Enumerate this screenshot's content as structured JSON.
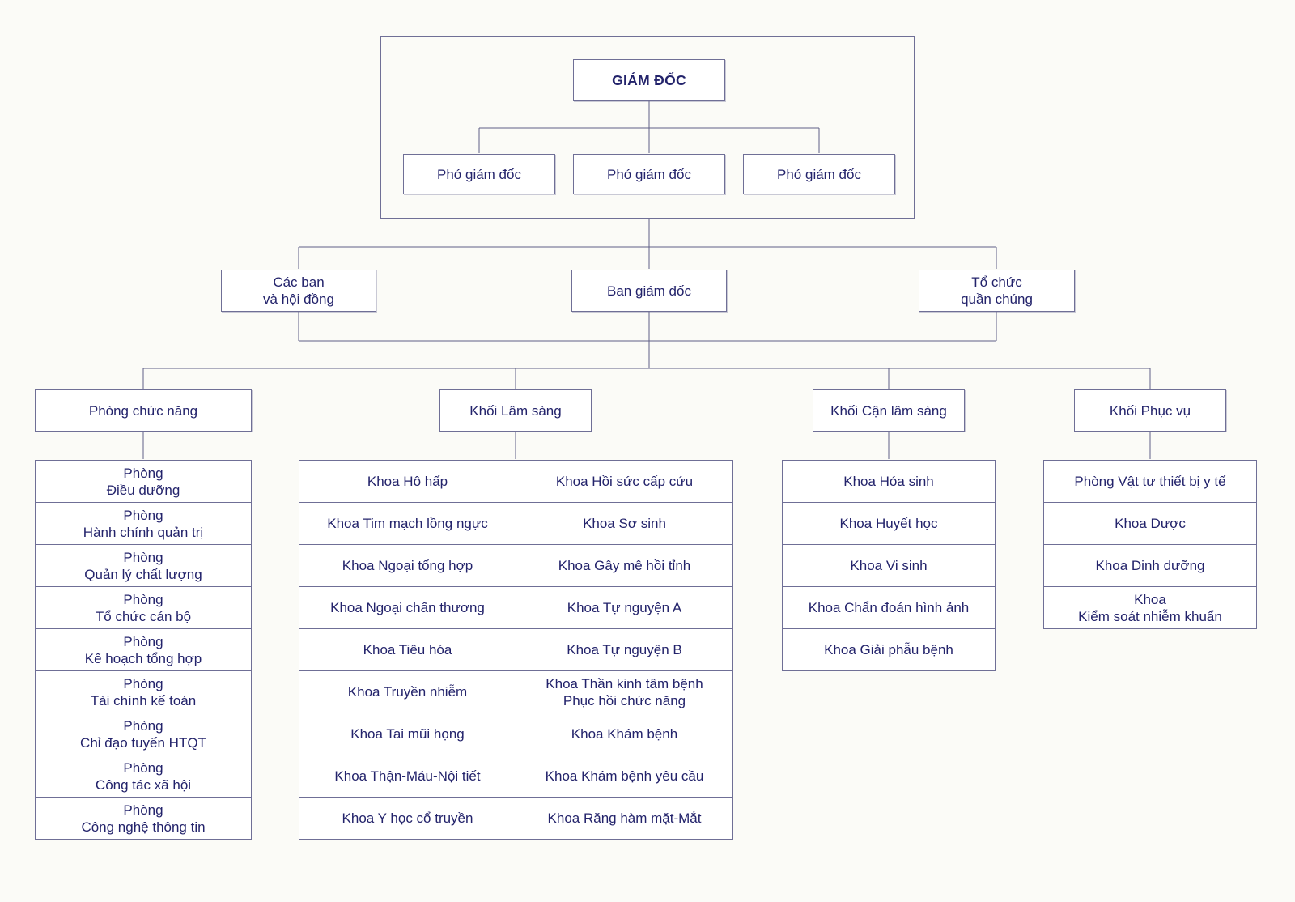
{
  "org_chart": {
    "director": {
      "label": "GIÁM ĐỐC"
    },
    "deputies": [
      {
        "label": "Phó giám đốc"
      },
      {
        "label": "Phó giám đốc"
      },
      {
        "label": "Phó giám đốc"
      }
    ],
    "boards": [
      {
        "label": "Các ban\nvà hội đồng"
      },
      {
        "label": "Ban giám đốc"
      },
      {
        "label": "Tổ chức\nquần chúng"
      }
    ],
    "divisions": [
      {
        "header": "Phòng chức năng",
        "items": [
          "Phòng\nĐiều dưỡng",
          "Phòng\nHành chính quản trị",
          "Phòng\nQuản lý chất lượng",
          "Phòng\nTổ chức cán bộ",
          "Phòng\nKế hoạch tổng hợp",
          "Phòng\nTài chính kế toán",
          "Phòng\nChỉ đạo tuyến HTQT",
          "Phòng\nCông tác xã hội",
          "Phòng\nCông nghệ thông tin"
        ]
      },
      {
        "header": "Khối Lâm sàng",
        "columns": [
          [
            "Khoa Hô hấp",
            "Khoa Tim mạch lồng ngực",
            "Khoa Ngoại tổng hợp",
            "Khoa Ngoại chấn thương",
            "Khoa Tiêu hóa",
            "Khoa Truyền nhiễm",
            "Khoa Tai mũi họng",
            "Khoa Thận-Máu-Nội tiết",
            "Khoa Y học cổ truyền"
          ],
          [
            "Khoa Hồi sức cấp cứu",
            "Khoa Sơ sinh",
            "Khoa Gây mê hồi tỉnh",
            "Khoa Tự nguyện A",
            "Khoa Tự nguyện B",
            "Khoa Thần kinh tâm bệnh\nPhục hồi chức năng",
            "Khoa Khám bệnh",
            "Khoa Khám bệnh yêu cầu",
            "Khoa Răng hàm mặt-Mắt"
          ]
        ]
      },
      {
        "header": "Khối Cận lâm sàng",
        "items": [
          "Khoa Hóa sinh",
          "Khoa Huyết học",
          "Khoa Vi sinh",
          "Khoa Chẩn đoán hình ảnh",
          "Khoa Giải phẫu bệnh"
        ]
      },
      {
        "header": "Khối Phục vụ",
        "items": [
          "Phòng Vật tư thiết bị y tế",
          "Khoa Dược",
          "Khoa Dinh dưỡng",
          "Khoa\nKiểm soát nhiễm khuẩn"
        ]
      }
    ],
    "colors": {
      "text": "#23236B",
      "border": "#6F6F96",
      "line": "#5F5F87",
      "background": "#FBFBF7"
    }
  }
}
